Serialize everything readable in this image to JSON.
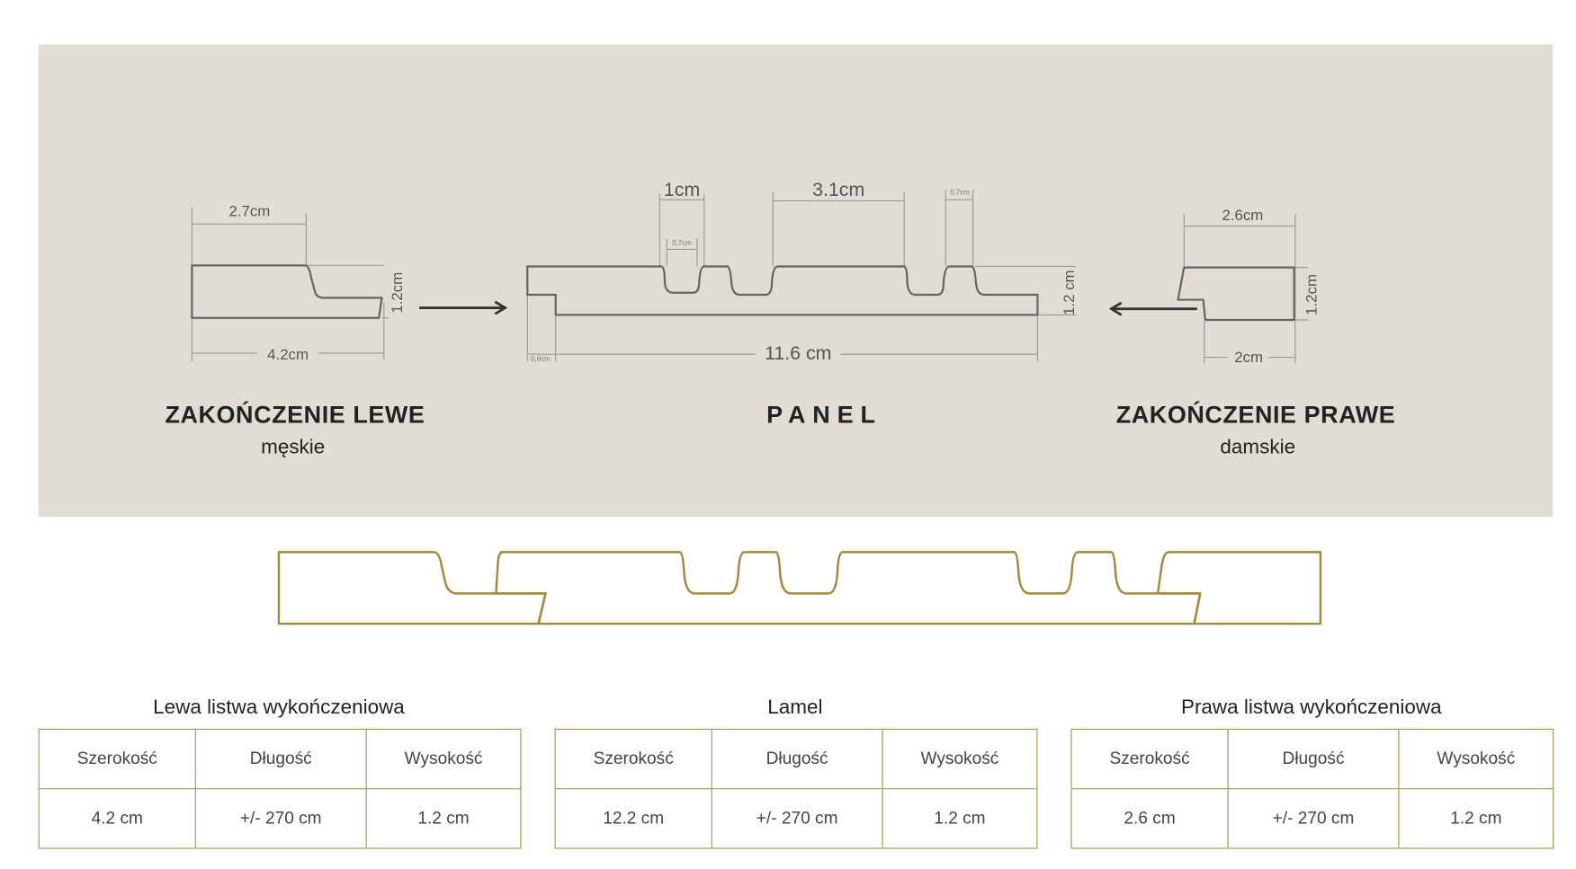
{
  "diagram": {
    "left": {
      "title": "ZAKOŃCZENIE LEWE",
      "subtitle": "męskie",
      "dim_top": "2.7cm",
      "dim_bottom": "4.2cm",
      "dim_height": "1.2cm"
    },
    "panel": {
      "title": "PANEL",
      "dim_groove": "1cm",
      "dim_groove_inner": "0,7cm",
      "dim_top": "3.1cm",
      "dim_tooth": "0,7cm",
      "dim_total": "11.6 cm",
      "dim_lip": "0,6cm",
      "dim_height": "1.2 cm"
    },
    "right": {
      "title": "ZAKOŃCZENIE PRAWE",
      "subtitle": "damskie",
      "dim_top": "2.6cm",
      "dim_bottom": "2cm",
      "dim_height": "1.2cm"
    },
    "colors": {
      "background": "#e1ddd5",
      "profile_stroke": "#a38a3a",
      "line": "#666666"
    }
  },
  "tables": [
    {
      "title": "Lewa listwa wykończeniowa",
      "headers": [
        "Szerokość",
        "Długość",
        "Wysokość"
      ],
      "values": [
        "4.2 cm",
        "+/- 270 cm",
        "1.2 cm"
      ]
    },
    {
      "title": "Lamel",
      "headers": [
        "Szerokość",
        "Długość",
        "Wysokość"
      ],
      "values": [
        "12.2 cm",
        "+/- 270 cm",
        "1.2 cm"
      ]
    },
    {
      "title": "Prawa listwa wykończeniowa",
      "headers": [
        "Szerokość",
        "Długość",
        "Wysokość"
      ],
      "values": [
        "2.6 cm",
        "+/- 270 cm",
        "1.2 cm"
      ]
    }
  ]
}
